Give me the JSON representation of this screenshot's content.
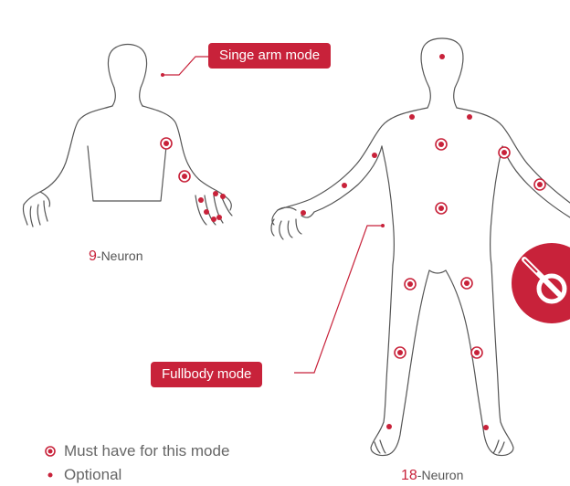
{
  "labels": {
    "single_arm": "Singe arm mode",
    "fullbody": "Fullbody mode"
  },
  "captions": {
    "single_arm_count": "9",
    "single_arm_unit": "-Neuron",
    "fullbody_count": "18",
    "fullbody_unit": "-Neuron"
  },
  "legend": {
    "must_have": "Must have for this mode",
    "optional": "Optional"
  },
  "colors": {
    "accent": "#c8223a",
    "outline": "#555555"
  },
  "icons": {
    "badge": "no-tool-icon"
  }
}
